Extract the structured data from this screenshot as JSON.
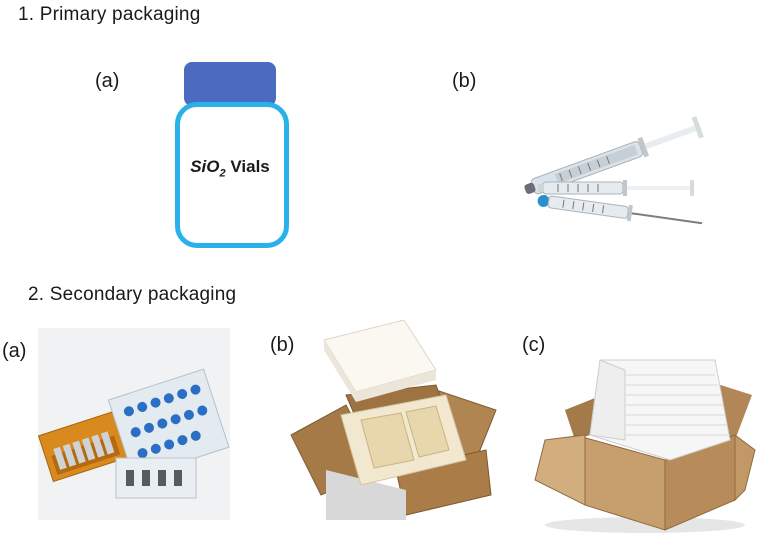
{
  "headings": {
    "primary": "1. Primary packaging",
    "secondary": "2. Secondary packaging"
  },
  "primary": {
    "panel_a_label": "(a)",
    "panel_b_label": "(b)",
    "vial": {
      "formula_prefix": "SiO",
      "formula_subscript": "2",
      "word": "Vials",
      "cap_color": "#4a6bc0",
      "body_border_color": "#29b2ea"
    }
  },
  "secondary": {
    "panel_a_label": "(a)",
    "panel_b_label": "(b)",
    "panel_c_label": "(c)"
  }
}
